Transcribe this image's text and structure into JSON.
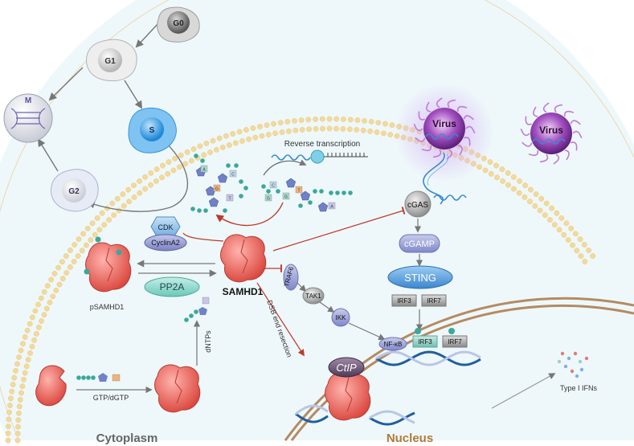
{
  "cell_cycle": {
    "g0": "G0",
    "g1": "G1",
    "s": "S",
    "m": "M",
    "g2": "G2"
  },
  "virus_labels": [
    "Virus",
    "Virus"
  ],
  "reverse_transcription": "Reverse transcription",
  "cytoplasm_factors": {
    "cdk": "CDK",
    "cyclin": "CyclinA2",
    "pp2a": "PP2A",
    "psamhd1": "pSAMHD1",
    "samhd1": "SAMHD1",
    "dntps": "dNTPs",
    "gtp": "GTP/dGTP"
  },
  "sensing": {
    "cgas": "cGAS",
    "cgamp": "cGAMP",
    "sting": "STING",
    "irf3": "IRF3",
    "irf7": "IRF7"
  },
  "signaling": {
    "traf6": "TRAF6",
    "tak1": "TAK1",
    "ikk": "IKK",
    "dsb": "DSB end resection"
  },
  "nuclear_factors": {
    "nfkb": "NF-κB",
    "irf3": "IRF3",
    "irf7": "IRF7",
    "ctip": "CtIP",
    "ifn": "Type I IFNs"
  },
  "compartments": {
    "cytoplasm": "Cytoplasm",
    "nucleus": "Nucleus"
  },
  "nucleotide_letters": [
    "A",
    "G",
    "T",
    "C",
    "G",
    "T",
    "A",
    "C",
    "G"
  ],
  "colors": {
    "membrane_bead": "#f3d99b",
    "cytoplasm_fill": "#eef8fa",
    "nucleus_membrane": "#b58a62",
    "samhd1_red": "#e8584e",
    "sting_blue": "#4a90d0",
    "virus_purple": "#8a3fa0",
    "inhibit_red": "#c0392b",
    "teal_bead": "#3aa89a",
    "pp2a_teal": "#8fd6cc",
    "nucleus_label": "#b07a3a",
    "cytoplasm_label": "#666666"
  }
}
